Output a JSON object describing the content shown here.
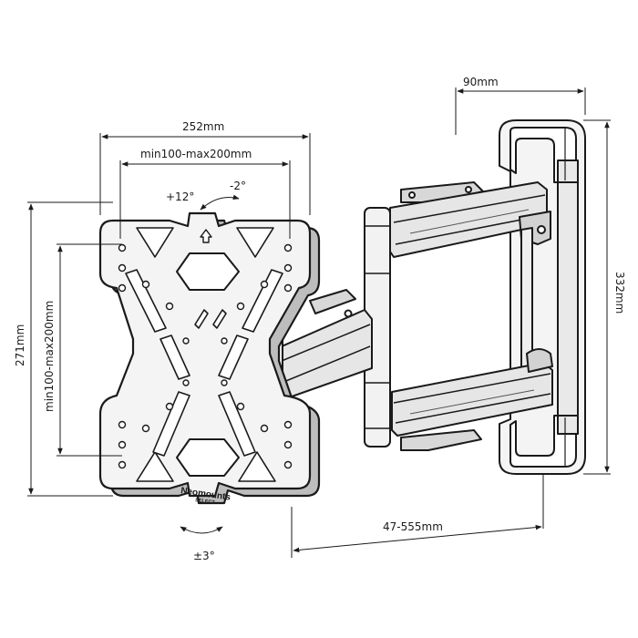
{
  "dimensions": {
    "arm_depth": "90mm",
    "plate_width": "252mm",
    "vesa_horizontal": "min100-max200mm",
    "plate_height": "271mm",
    "vesa_vertical": "min100-max200mm",
    "wall_plate_height": "332mm",
    "extension_range": "47-555mm"
  },
  "angles": {
    "tilt_up": "+12°",
    "tilt_down": "-2°",
    "rotation": "±3°"
  },
  "branding": {
    "logo_text": "Neomounts",
    "logo_sub": "SELECT"
  },
  "colors": {
    "stroke": "#1a1a1a",
    "plate_fill": "#f4f4f4",
    "arm_fill": "#e6e6e6",
    "shadow": "#bdbdbd"
  }
}
